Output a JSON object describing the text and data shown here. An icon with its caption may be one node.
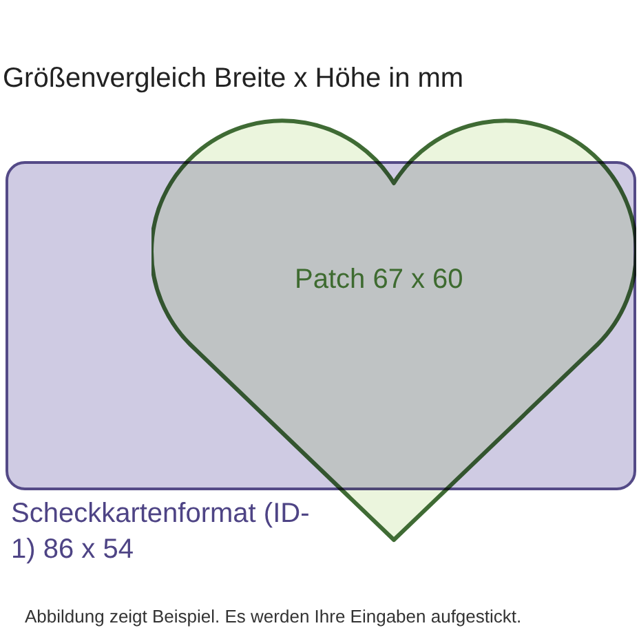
{
  "diagram": {
    "title": "Größenvergleich Breite x Höhe in mm",
    "nodes": [
      {
        "text": [
          "Scheckkartenformat (ID-1) 86 x 54"
        ]
      },
      {
        "text": [
          "Patch 67 x 60"
        ]
      }
    ],
    "caption": "Abbildung zeigt Beispiel. Es werden Ihre Eingaben aufgestickt."
  }
}
